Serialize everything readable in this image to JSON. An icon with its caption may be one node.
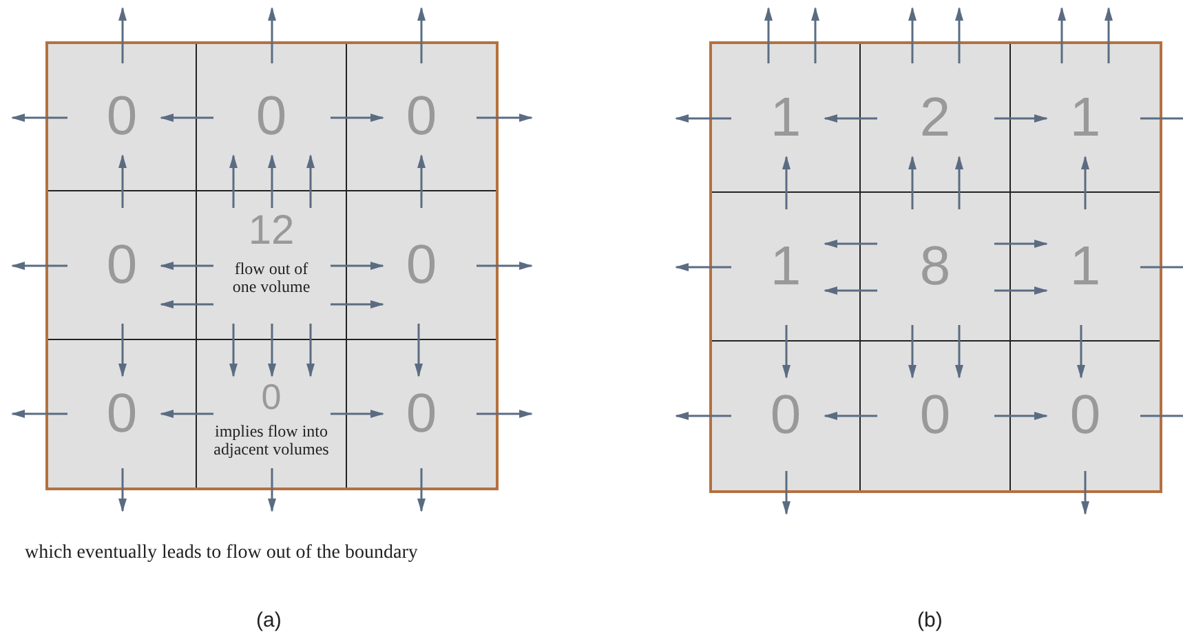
{
  "diagram": {
    "nodes": [
      {
        "text": [],
        "shape": "box"
      },
      {
        "text": [
          "0"
        ],
        "in": 0
      },
      {
        "text": [
          "0"
        ],
        "in": 0
      },
      {
        "text": [
          "0"
        ],
        "in": 0
      },
      {
        "text": [
          "0"
        ],
        "in": 0
      },
      {
        "text": [
          "12",
          "flow out of one volume"
        ],
        "in": 0
      },
      {
        "text": [
          "0"
        ],
        "in": 0
      },
      {
        "text": [
          "0"
        ],
        "in": 0
      },
      {
        "text": [
          "0",
          "implies flow into adjacent volumes"
        ],
        "in": 0
      },
      {
        "text": [
          "0"
        ],
        "in": 0
      },
      {
        "text": [],
        "shape": "box"
      },
      {
        "text": [
          "1"
        ],
        "in": 10
      },
      {
        "text": [
          "2"
        ],
        "in": 10
      },
      {
        "text": [
          "1"
        ],
        "in": 10
      },
      {
        "text": [
          "1"
        ],
        "in": 10
      },
      {
        "text": [
          "8"
        ],
        "in": 10
      },
      {
        "text": [
          "1"
        ],
        "in": 10
      },
      {
        "text": [
          "0"
        ],
        "in": 10
      },
      {
        "text": [
          "0"
        ],
        "in": 10
      },
      {
        "text": [
          "0"
        ],
        "in": 10
      }
    ],
    "edges": [
      {
        "from": 1,
        "to": null,
        "arrow": "to"
      },
      {
        "from": 1,
        "to": null,
        "arrow": "to"
      },
      {
        "from": 2,
        "to": null,
        "arrow": "to"
      },
      {
        "from": 2,
        "to": 1,
        "arrow": "to"
      },
      {
        "from": 2,
        "to": 3,
        "arrow": "to"
      },
      {
        "from": 3,
        "to": null,
        "arrow": "to"
      },
      {
        "from": 3,
        "to": null,
        "arrow": "to"
      },
      {
        "from": 4,
        "to": 1,
        "arrow": "to"
      },
      {
        "from": 5,
        "to": 2,
        "arrow": "to"
      },
      {
        "from": 5,
        "to": 2,
        "arrow": "to"
      },
      {
        "from": 5,
        "to": 2,
        "arrow": "to"
      },
      {
        "from": 6,
        "to": 3,
        "arrow": "to"
      },
      {
        "from": 4,
        "to": null,
        "arrow": "to"
      },
      {
        "from": 5,
        "to": 4,
        "arrow": "to"
      },
      {
        "from": 5,
        "to": 4,
        "arrow": "to"
      },
      {
        "from": 5,
        "to": 6,
        "arrow": "to"
      },
      {
        "from": 5,
        "to": 6,
        "arrow": "to"
      },
      {
        "from": 6,
        "to": null,
        "arrow": "to"
      },
      {
        "from": 4,
        "to": 7,
        "arrow": "to"
      },
      {
        "from": 5,
        "to": 8,
        "arrow": "to"
      },
      {
        "from": 5,
        "to": 8,
        "arrow": "to"
      },
      {
        "from": 5,
        "to": 8,
        "arrow": "to"
      },
      {
        "from": 6,
        "to": 9,
        "arrow": "to"
      },
      {
        "from": 7,
        "to": null,
        "arrow": "to"
      },
      {
        "from": 8,
        "to": 7,
        "arrow": "to"
      },
      {
        "from": 8,
        "to": 9,
        "arrow": "to"
      },
      {
        "from": 9,
        "to": null,
        "arrow": "to"
      },
      {
        "from": 7,
        "to": null,
        "arrow": "to"
      },
      {
        "from": 8,
        "to": null,
        "arrow": "to"
      },
      {
        "from": 9,
        "to": null,
        "arrow": "to"
      },
      {
        "from": 11,
        "to": null,
        "arrow": "to"
      },
      {
        "from": 11,
        "to": null,
        "arrow": "to"
      },
      {
        "from": 11,
        "to": null,
        "arrow": "to"
      },
      {
        "from": 12,
        "to": null,
        "arrow": "to"
      },
      {
        "from": 12,
        "to": null,
        "arrow": "to"
      },
      {
        "from": 12,
        "to": 11,
        "arrow": "to"
      },
      {
        "from": 12,
        "to": 13,
        "arrow": "to"
      },
      {
        "from": 13,
        "to": null,
        "arrow": "to"
      },
      {
        "from": 13,
        "to": null,
        "arrow": "to"
      },
      {
        "from": 13,
        "to": null,
        "arrow": "to"
      },
      {
        "from": 14,
        "to": 11,
        "arrow": "to"
      },
      {
        "from": 15,
        "to": 12,
        "arrow": "to"
      },
      {
        "from": 15,
        "to": 12,
        "arrow": "to"
      },
      {
        "from": 16,
        "to": 13,
        "arrow": "to"
      },
      {
        "from": 14,
        "to": null,
        "arrow": "to"
      },
      {
        "from": 15,
        "to": 14,
        "arrow": "to"
      },
      {
        "from": 15,
        "to": 14,
        "arrow": "to"
      },
      {
        "from": 15,
        "to": 16,
        "arrow": "to"
      },
      {
        "from": 15,
        "to": 16,
        "arrow": "to"
      },
      {
        "from": 16,
        "to": null,
        "arrow": "to"
      },
      {
        "from": 14,
        "to": 17,
        "arrow": "to"
      },
      {
        "from": 15,
        "to": 18,
        "arrow": "to"
      },
      {
        "from": 15,
        "to": 18,
        "arrow": "to"
      },
      {
        "from": 16,
        "to": 19,
        "arrow": "to"
      },
      {
        "from": 17,
        "to": null,
        "arrow": "to"
      },
      {
        "from": 18,
        "to": 17,
        "arrow": "to"
      },
      {
        "from": 18,
        "to": 19,
        "arrow": "to"
      },
      {
        "from": 19,
        "to": null,
        "arrow": "to"
      },
      {
        "from": 17,
        "to": null,
        "arrow": "to"
      },
      {
        "from": 19,
        "to": null,
        "arrow": "to"
      }
    ],
    "labels": [
      "which eventually leads to flow out of the boundary",
      "(a)",
      "(b)"
    ]
  }
}
